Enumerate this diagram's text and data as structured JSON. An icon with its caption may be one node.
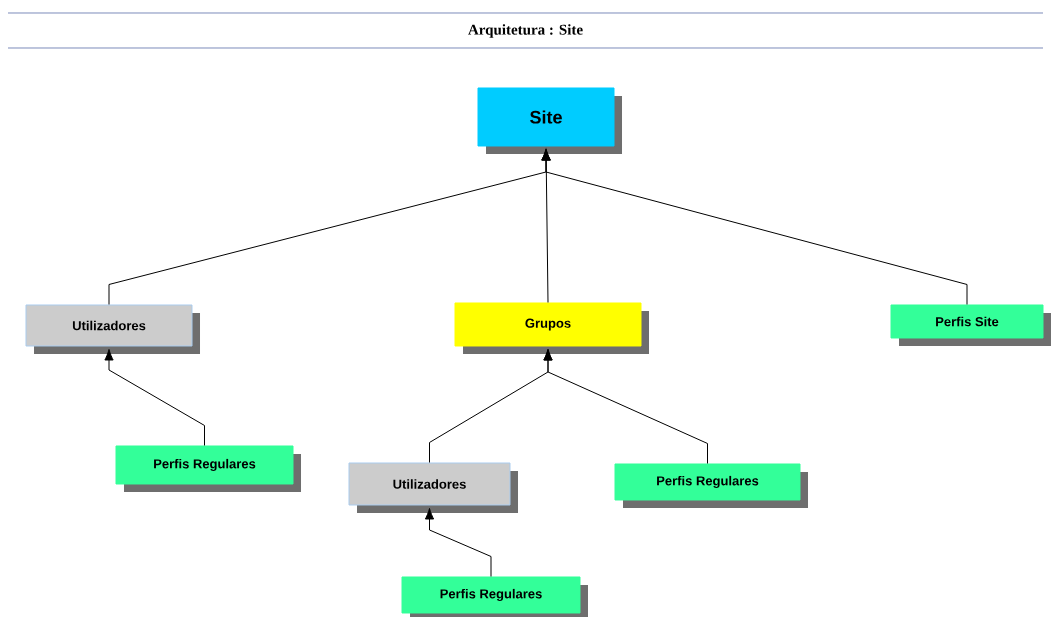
{
  "diagram": {
    "title": "Arquitetura : Site",
    "nodes": [
      {
        "text": [
          "Site"
        ]
      },
      {
        "text": [
          "Utilizadores"
        ]
      },
      {
        "text": [
          "Grupos"
        ]
      },
      {
        "text": [
          "Perfis Site"
        ]
      },
      {
        "text": [
          "Perfis Regulares"
        ]
      },
      {
        "text": [
          "Utilizadores"
        ]
      },
      {
        "text": [
          "Perfis Regulares"
        ]
      },
      {
        "text": [
          "Perfis Regulares"
        ]
      }
    ],
    "edges": [
      {
        "from": 1,
        "to": 0,
        "arrow": "to"
      },
      {
        "from": 2,
        "to": 0,
        "arrow": "to"
      },
      {
        "from": 3,
        "to": 0,
        "arrow": "to"
      },
      {
        "from": 4,
        "to": 1,
        "arrow": "to"
      },
      {
        "from": 5,
        "to": 2,
        "arrow": "to"
      },
      {
        "from": 6,
        "to": 2,
        "arrow": "to"
      },
      {
        "from": 7,
        "to": 5,
        "arrow": "to"
      }
    ]
  }
}
